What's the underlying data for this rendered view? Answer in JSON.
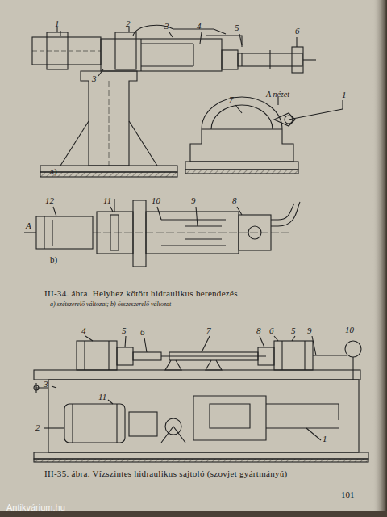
{
  "diagram": {
    "labels": [
      "1",
      "2",
      "3",
      "4",
      "5",
      "6",
      "3",
      "7",
      "A nézet",
      "1",
      "a)",
      "12",
      "11",
      "10",
      "9",
      "8",
      "A",
      "b)",
      "III-34. ábra. Helyhez kötött hidraulikus berendezés",
      "a) szétszerelő változat; b) összeszerelő változat",
      "4",
      "5",
      "6",
      "7",
      "8",
      "6",
      "5",
      "9",
      "10",
      "3",
      "11",
      "2",
      "1",
      "III-35. ábra. Vízszintes hidraulikus sajtoló (szovjet gyártmányú)",
      "101",
      "Antikvárium.hu"
    ]
  }
}
